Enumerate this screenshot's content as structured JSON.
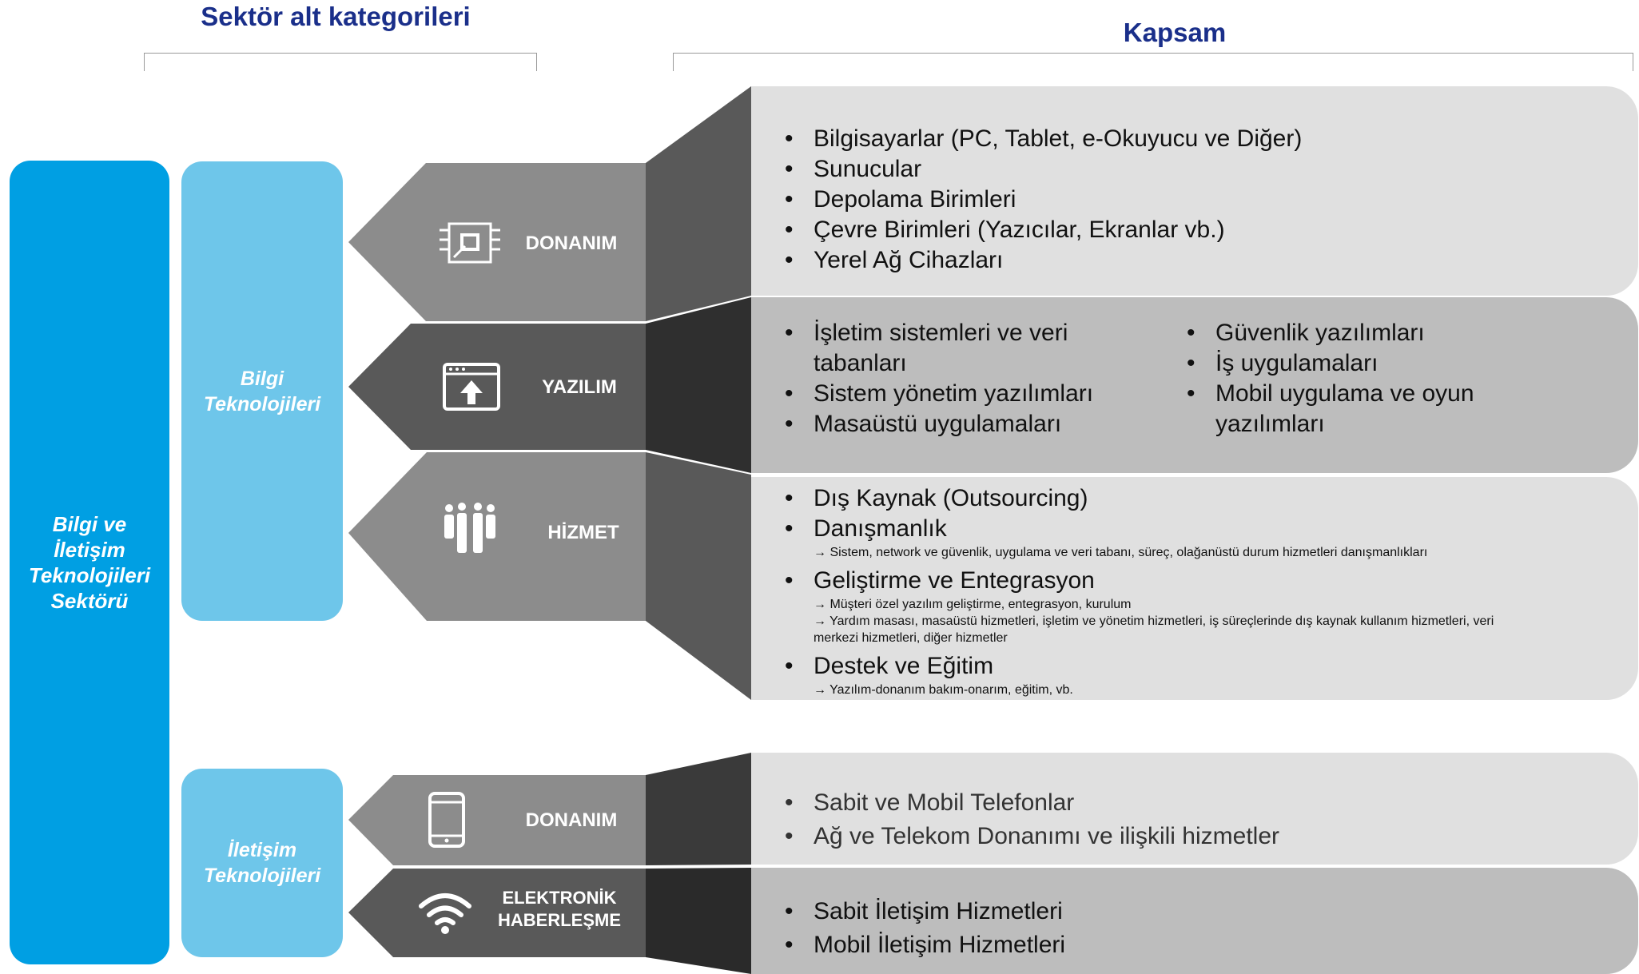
{
  "headings": {
    "left": "Sektör alt kategorileri",
    "right": "Kapsam"
  },
  "sector": {
    "label": "Bilgi ve İletişim Teknolojileri Sektörü"
  },
  "groups": [
    {
      "label": "Bilgi Teknolojileri"
    },
    {
      "label": "İletişim Teknolojileri"
    }
  ],
  "categories": [
    {
      "label": "DONANIM",
      "icon": "chip-icon",
      "items": [
        "Bilgisayarlar (PC, Tablet, e-Okuyucu ve Diğer)",
        "Sunucular",
        "Depolama Birimleri",
        "Çevre Birimleri (Yazıcılar, Ekranlar vb.)",
        "Yerel Ağ Cihazları"
      ]
    },
    {
      "label": "YAZILIM",
      "icon": "upload-window-icon",
      "items_left": [
        "İşletim sistemleri ve veri tabanları",
        "Sistem yönetim yazılımları",
        "Masaüstü uygulamaları"
      ],
      "items_right": [
        "Güvenlik yazılımları",
        "İş uygulamaları",
        "Mobil uygulama ve oyun yazılımları"
      ]
    },
    {
      "label": "HİZMET",
      "icon": "people-icon",
      "items": [
        {
          "title": "Dış Kaynak (Outsourcing)",
          "notes": []
        },
        {
          "title": "Danışmanlık",
          "notes": [
            "→ Sistem, network ve güvenlik, uygulama ve veri tabanı, süreç, olağanüstü durum hizmetleri danışmanlıkları"
          ]
        },
        {
          "title": "Geliştirme ve Entegrasyon",
          "notes": [
            "→ Müşteri özel yazılım geliştirme, entegrasyon, kurulum",
            "→ Yardım masası, masaüstü hizmetleri, işletim ve yönetim hizmetleri,  iş süreçlerinde  dış kaynak kullanım hizmetleri, veri merkezi hizmetleri, diğer hizmetler"
          ]
        },
        {
          "title": "Destek ve Eğitim",
          "notes": [
            "→ Yazılım-donanım bakım-onarım, eğitim, vb."
          ]
        }
      ]
    },
    {
      "label": "DONANIM",
      "icon": "smartphone-icon",
      "items": [
        "Sabit ve Mobil Telefonlar",
        "Ağ ve Telekom Donanımı ve ilişkili hizmetler"
      ]
    },
    {
      "label": "ELEKTRONİK HABERLEŞME",
      "icon": "wifi-icon",
      "items": [
        "Sabit İletişim Hizmetleri",
        "Mobil İletişim Hizmetleri"
      ]
    }
  ],
  "colors": {
    "sector": "#009fe3",
    "group": "#6ec6ea",
    "heading": "#1a2f8a",
    "arrow_light": "#8c8c8c",
    "arrow_dark": "#595959",
    "box_light": "#e0e0e0",
    "box_mid": "#bdbdbd"
  }
}
